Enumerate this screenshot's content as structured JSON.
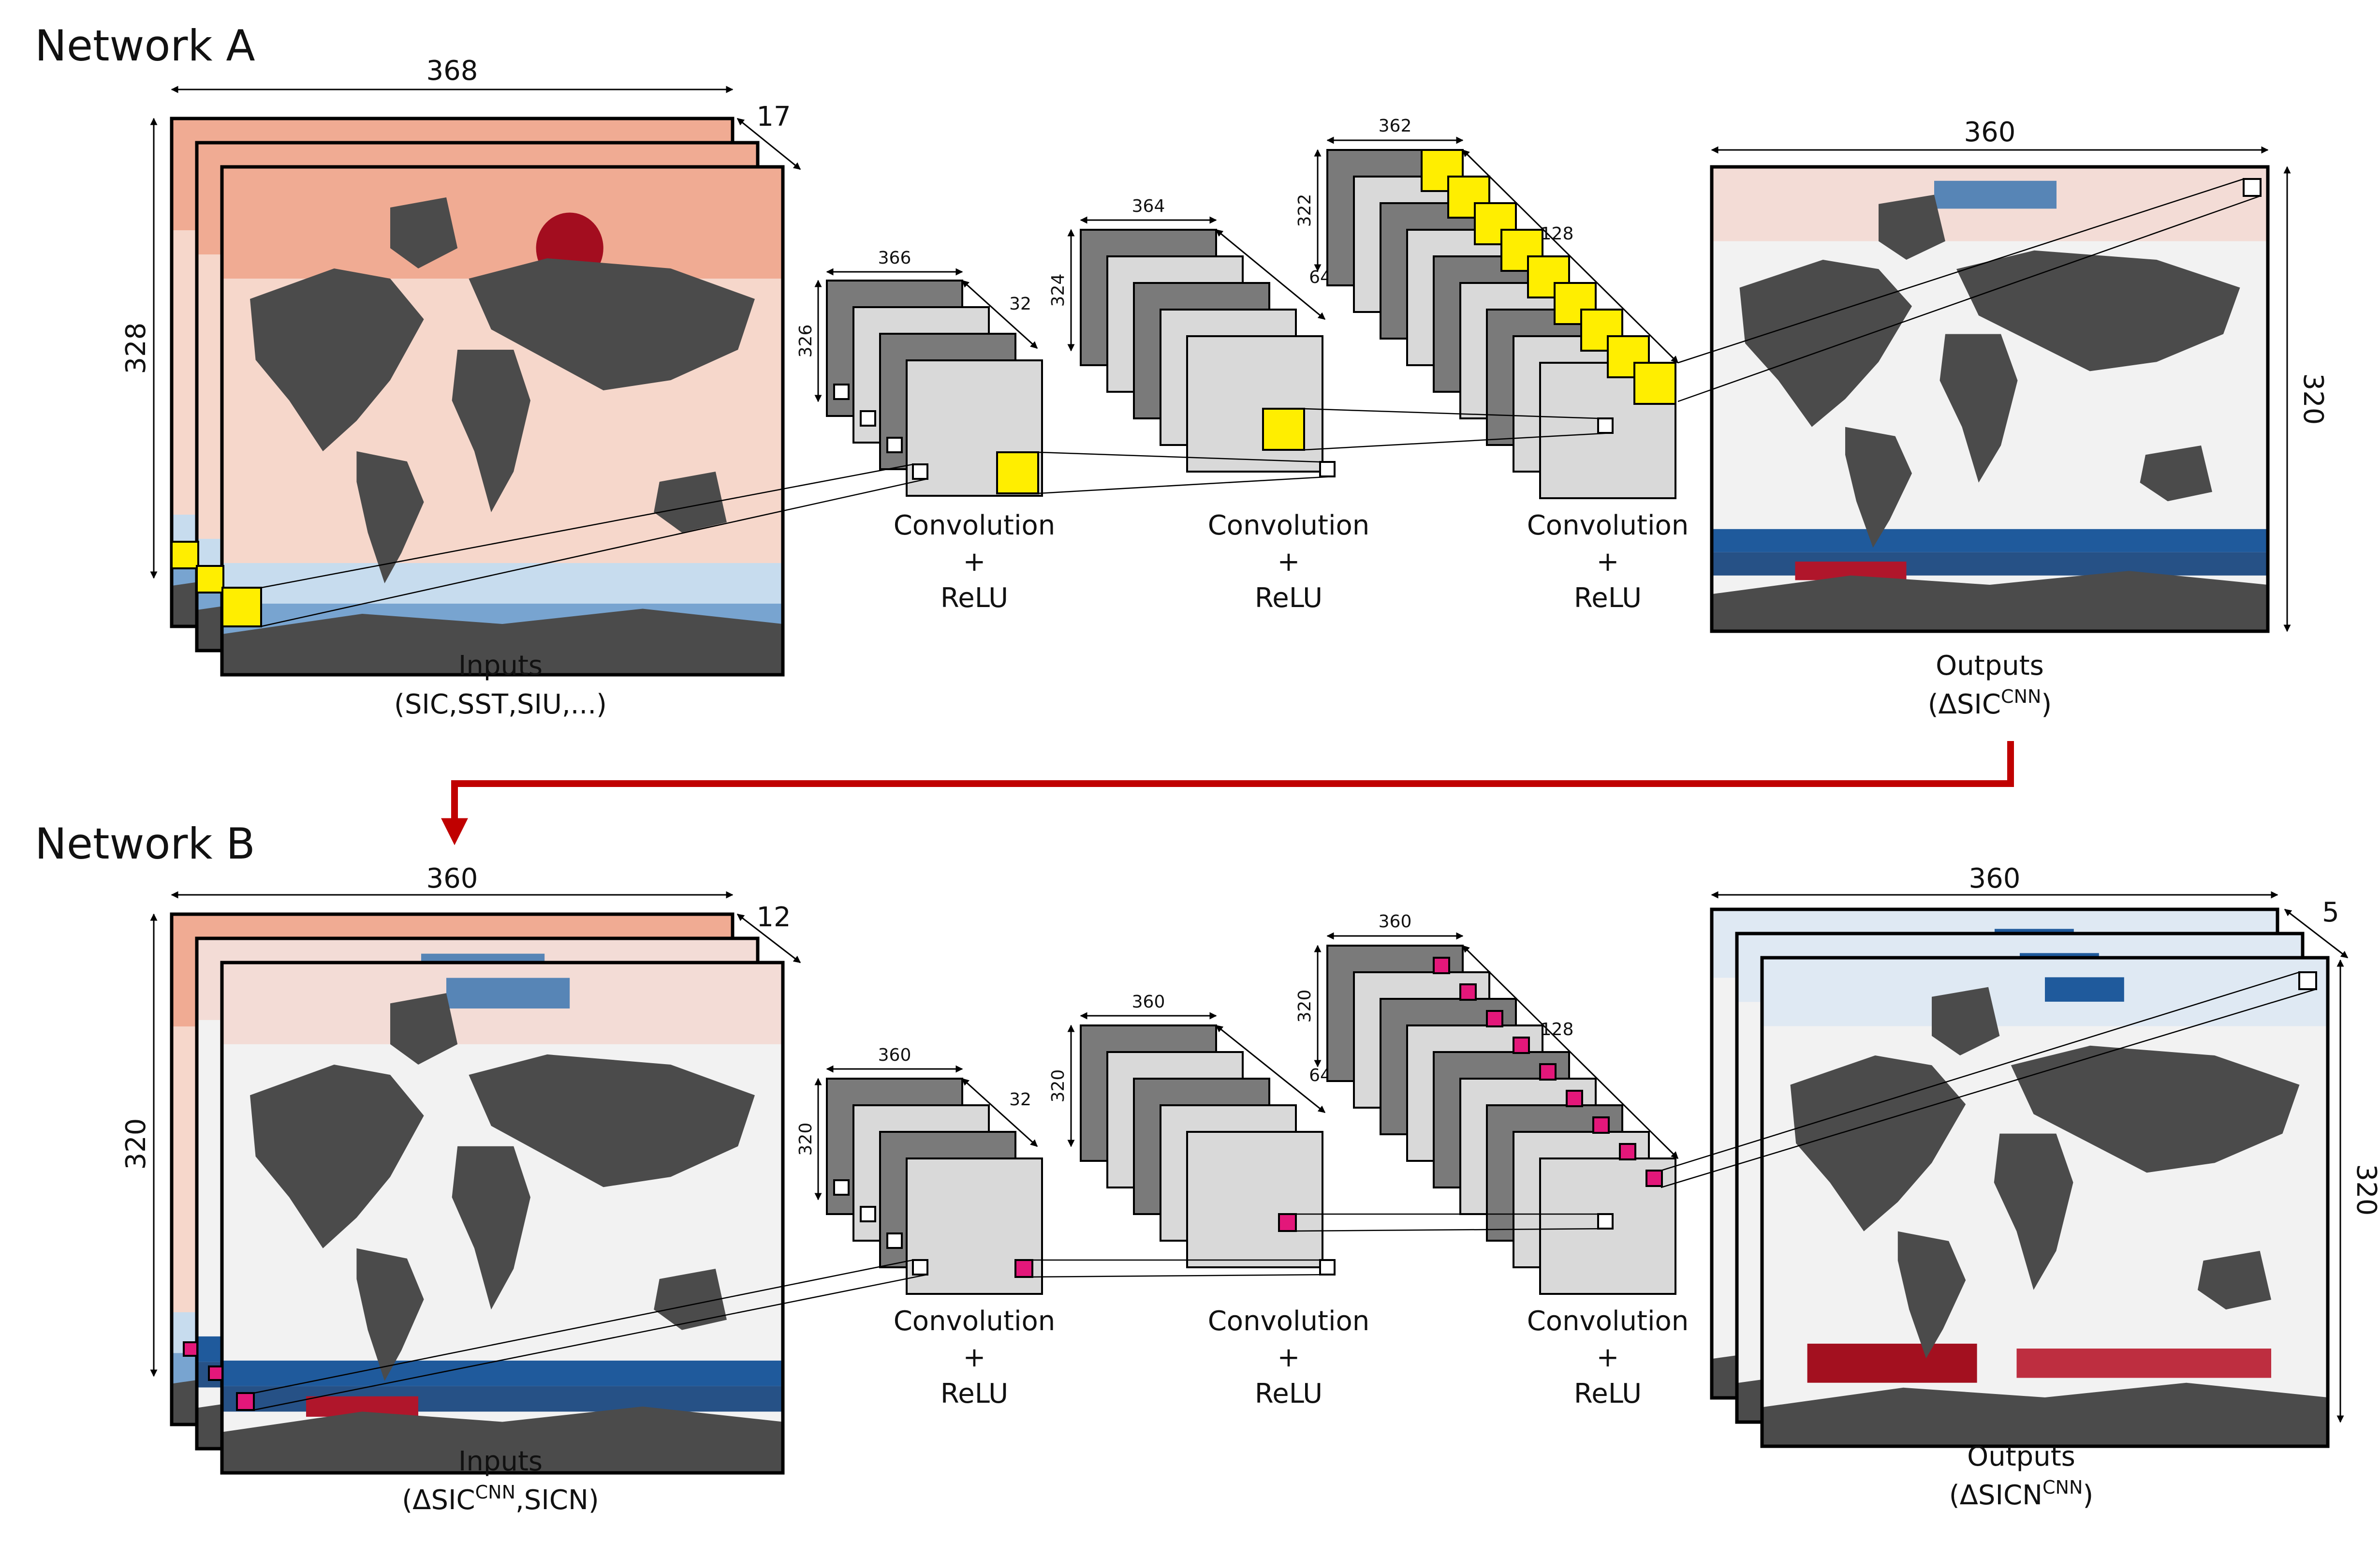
{
  "colors": {
    "kernel_a": "#ffee00",
    "kernel_b": "#e3177a",
    "arrow": "#c00000",
    "land": "#4b4b4b",
    "fmap_dark": "#7a7a7a",
    "fmap_light": "#d9d9d9",
    "warm": "#e98a6c",
    "cold": "#2e6fb0"
  },
  "network_a": {
    "title": "Network A",
    "inputs": {
      "width": "368",
      "height": "328",
      "depth": "17",
      "label": "Inputs",
      "sublabel": "(SIC,SST,SIU,...)"
    },
    "layer1": {
      "width": "366",
      "height": "326",
      "depth": "32",
      "label": "Convolution",
      "plus": "+",
      "act": "ReLU"
    },
    "layer2": {
      "width": "364",
      "height": "324",
      "depth": "64",
      "label": "Convolution",
      "plus": "+",
      "act": "ReLU"
    },
    "layer3": {
      "width": "362",
      "height": "322",
      "depth": "128",
      "label": "Convolution",
      "plus": "+",
      "act": "ReLU"
    },
    "outputs": {
      "width": "360",
      "height": "320",
      "label": "Outputs",
      "sub_pre": "(ΔSIC",
      "sub_sup": "CNN",
      "sub_post": ")"
    }
  },
  "network_b": {
    "title": "Network B",
    "inputs": {
      "width": "360",
      "height": "320",
      "depth": "12",
      "label": "Inputs",
      "sub_pre": "(ΔSIC",
      "sub_sup": "CNN",
      "sub_post": ",SICN)"
    },
    "layer1": {
      "width": "360",
      "height": "320",
      "depth": "32",
      "label": "Convolution",
      "plus": "+",
      "act": "ReLU"
    },
    "layer2": {
      "width": "360",
      "height": "320",
      "depth": "64",
      "label": "Convolution",
      "plus": "+",
      "act": "ReLU"
    },
    "layer3": {
      "width": "360",
      "height": "320",
      "depth": "128",
      "label": "Convolution",
      "plus": "+",
      "act": "ReLU"
    },
    "outputs": {
      "width": "360",
      "height": "320",
      "depth": "5",
      "label": "Outputs",
      "sub_pre": "(ΔSICN",
      "sub_sup": "CNN",
      "sub_post": ")"
    }
  }
}
